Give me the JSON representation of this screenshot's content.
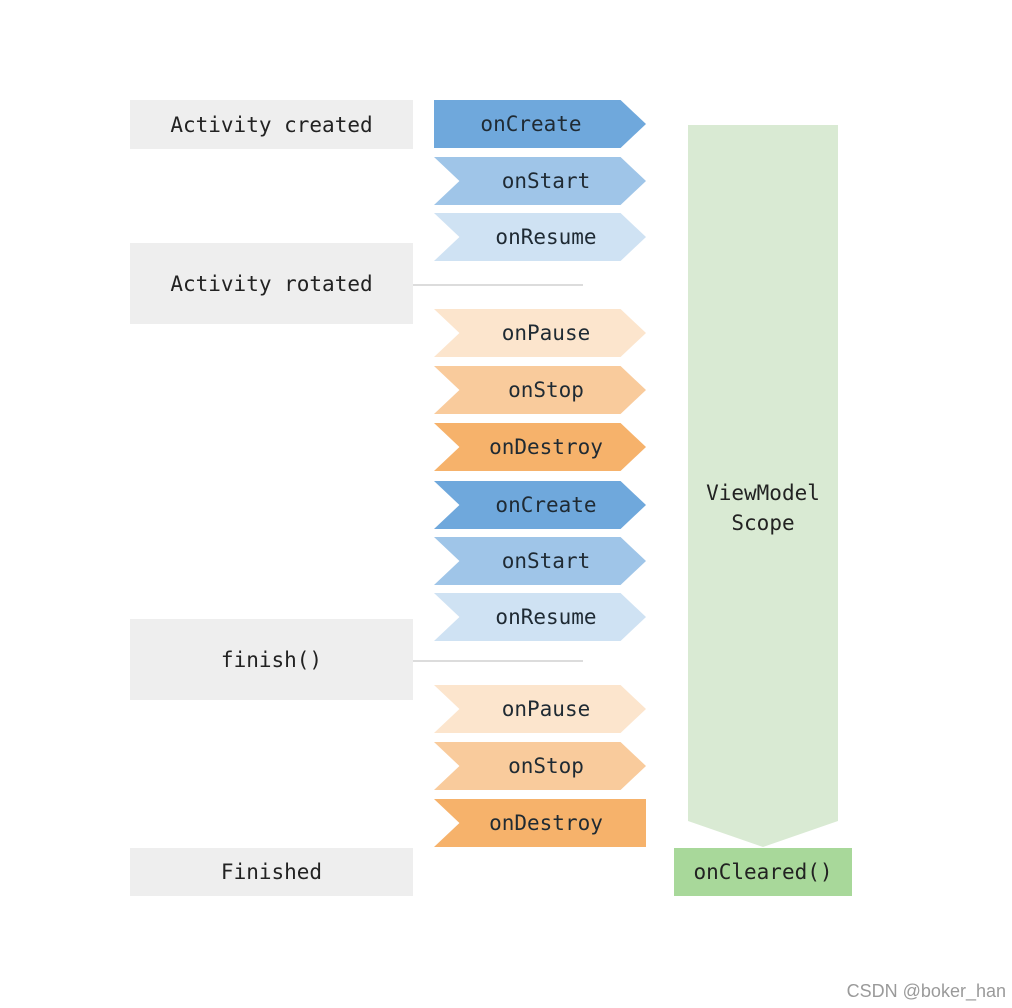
{
  "events": [
    {
      "label": "Activity created"
    },
    {
      "label": "Activity rotated"
    },
    {
      "label": "finish()"
    },
    {
      "label": "Finished"
    }
  ],
  "callbacks": [
    {
      "label": "onCreate",
      "color": "#6fa8dc"
    },
    {
      "label": "onStart",
      "color": "#9fc5e8"
    },
    {
      "label": "onResume",
      "color": "#cfe2f3"
    },
    {
      "label": "onPause",
      "color": "#fce5cd"
    },
    {
      "label": "onStop",
      "color": "#f9cb9c"
    },
    {
      "label": "onDestroy",
      "color": "#f6b26b"
    },
    {
      "label": "onCreate",
      "color": "#6fa8dc"
    },
    {
      "label": "onStart",
      "color": "#9fc5e8"
    },
    {
      "label": "onResume",
      "color": "#cfe2f3"
    },
    {
      "label": "onPause",
      "color": "#fce5cd"
    },
    {
      "label": "onStop",
      "color": "#f9cb9c"
    },
    {
      "label": "onDestroy",
      "color": "#f6b26b"
    }
  ],
  "scope": {
    "line1": "ViewModel",
    "line2": "Scope",
    "color": "#d9ead3"
  },
  "cleared": {
    "label": "onCleared()",
    "color": "#a8d89a"
  },
  "watermark": "CSDN @boker_han"
}
